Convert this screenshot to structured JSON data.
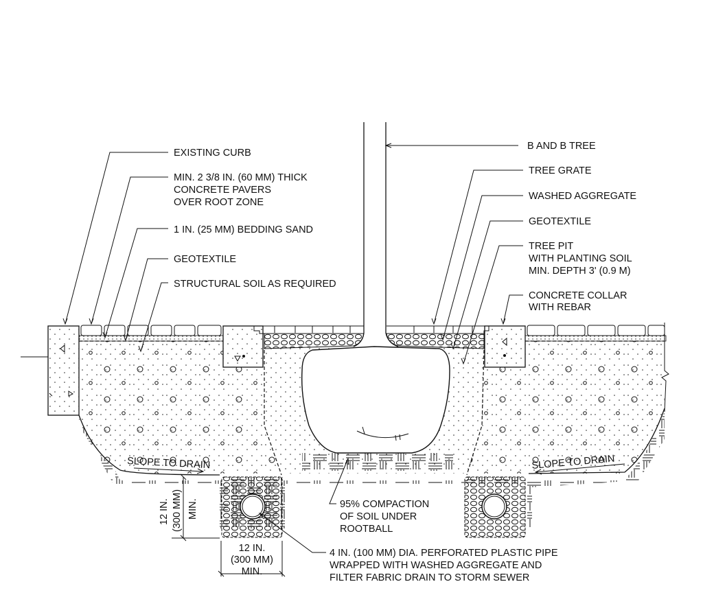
{
  "title": "Tree pit with structural soil and drainage detail",
  "left_labels": {
    "existing_curb": "EXISTING CURB",
    "pavers": [
      "MIN. 2 3/8 IN. (60 MM) THICK",
      "CONCRETE PAVERS",
      "OVER ROOT ZONE"
    ],
    "bedding_sand": "1 IN. (25 MM) BEDDING SAND",
    "geotextile": "GEOTEXTILE",
    "structural_soil": "STRUCTURAL SOIL AS REQUIRED"
  },
  "right_labels": {
    "tree": "B AND B TREE",
    "tree_grate": "TREE GRATE",
    "washed_aggregate": "WASHED AGGREGATE",
    "geotextile": "GEOTEXTILE",
    "tree_pit": [
      "TREE PIT",
      "WITH PLANTING SOIL",
      "MIN. DEPTH 3' (0.9 M)"
    ],
    "concrete_collar": [
      "CONCRETE COLLAR",
      "WITH REBAR"
    ]
  },
  "slope_labels": {
    "left": "SLOPE TO DRAIN",
    "right": "SLOPE TO DRAIN"
  },
  "compaction": [
    "95% COMPACTION",
    "OF SOIL UNDER",
    "ROOTBALL"
  ],
  "pipe": [
    "4 IN. (100 MM) DIA. PERFORATED PLASTIC PIPE",
    "WRAPPED WITH WASHED AGGREGATE AND",
    "FILTER FABRIC DRAIN TO STORM SEWER"
  ],
  "dimensions": {
    "vertical": [
      "12 IN.",
      "(300 MM)",
      "MIN."
    ],
    "horizontal": [
      "12 IN.",
      "(300 MM)",
      "MIN."
    ]
  }
}
